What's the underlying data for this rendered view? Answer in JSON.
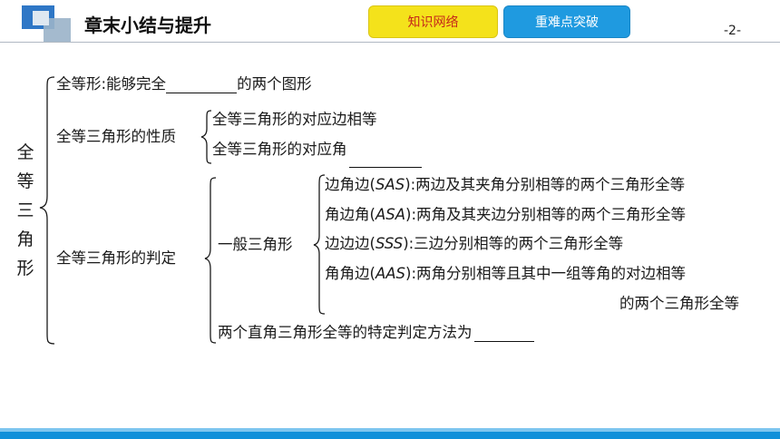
{
  "header": {
    "chapter_title": "章末小结与提升",
    "tabs": [
      {
        "label": "知识网络"
      },
      {
        "label": "重难点突破"
      }
    ],
    "page_number": "-2-"
  },
  "colors": {
    "accent_blue": "#1f9ae0",
    "tab_yellow": "#f4e21b",
    "tab_text_red": "#c62a1a"
  },
  "diagram": {
    "main_term_chars": [
      "全",
      "等",
      "三",
      "角",
      "形"
    ],
    "definition": {
      "prefix": "全等形:能够完全",
      "suffix": "的两个图形"
    },
    "properties": {
      "label": "全等三角形的性质",
      "items": [
        {
          "text": "全等三角形的对应边相等"
        },
        {
          "text": "全等三角形的对应角"
        }
      ]
    },
    "criteria": {
      "label": "全等三角形的判定",
      "general_label": "一般三角形",
      "rules": [
        {
          "name": "边角边",
          "abbr": "SAS",
          "desc": ":两边及其夹角分别相等的两个三角形全等"
        },
        {
          "name": "角边角",
          "abbr": "ASA",
          "desc": ":两角及其夹边分别相等的两个三角形全等"
        },
        {
          "name": "边边边",
          "abbr": "SSS",
          "desc": ":三边分别相等的两个三角形全等"
        },
        {
          "name": "角角边",
          "abbr": "AAS",
          "desc": ":两角分别相等且其中一组等角的对边相等"
        }
      ],
      "aas_continuation": "的两个三角形全等",
      "right_triangle": {
        "text": "两个直角三角形全等的特定判定方法为"
      }
    }
  }
}
